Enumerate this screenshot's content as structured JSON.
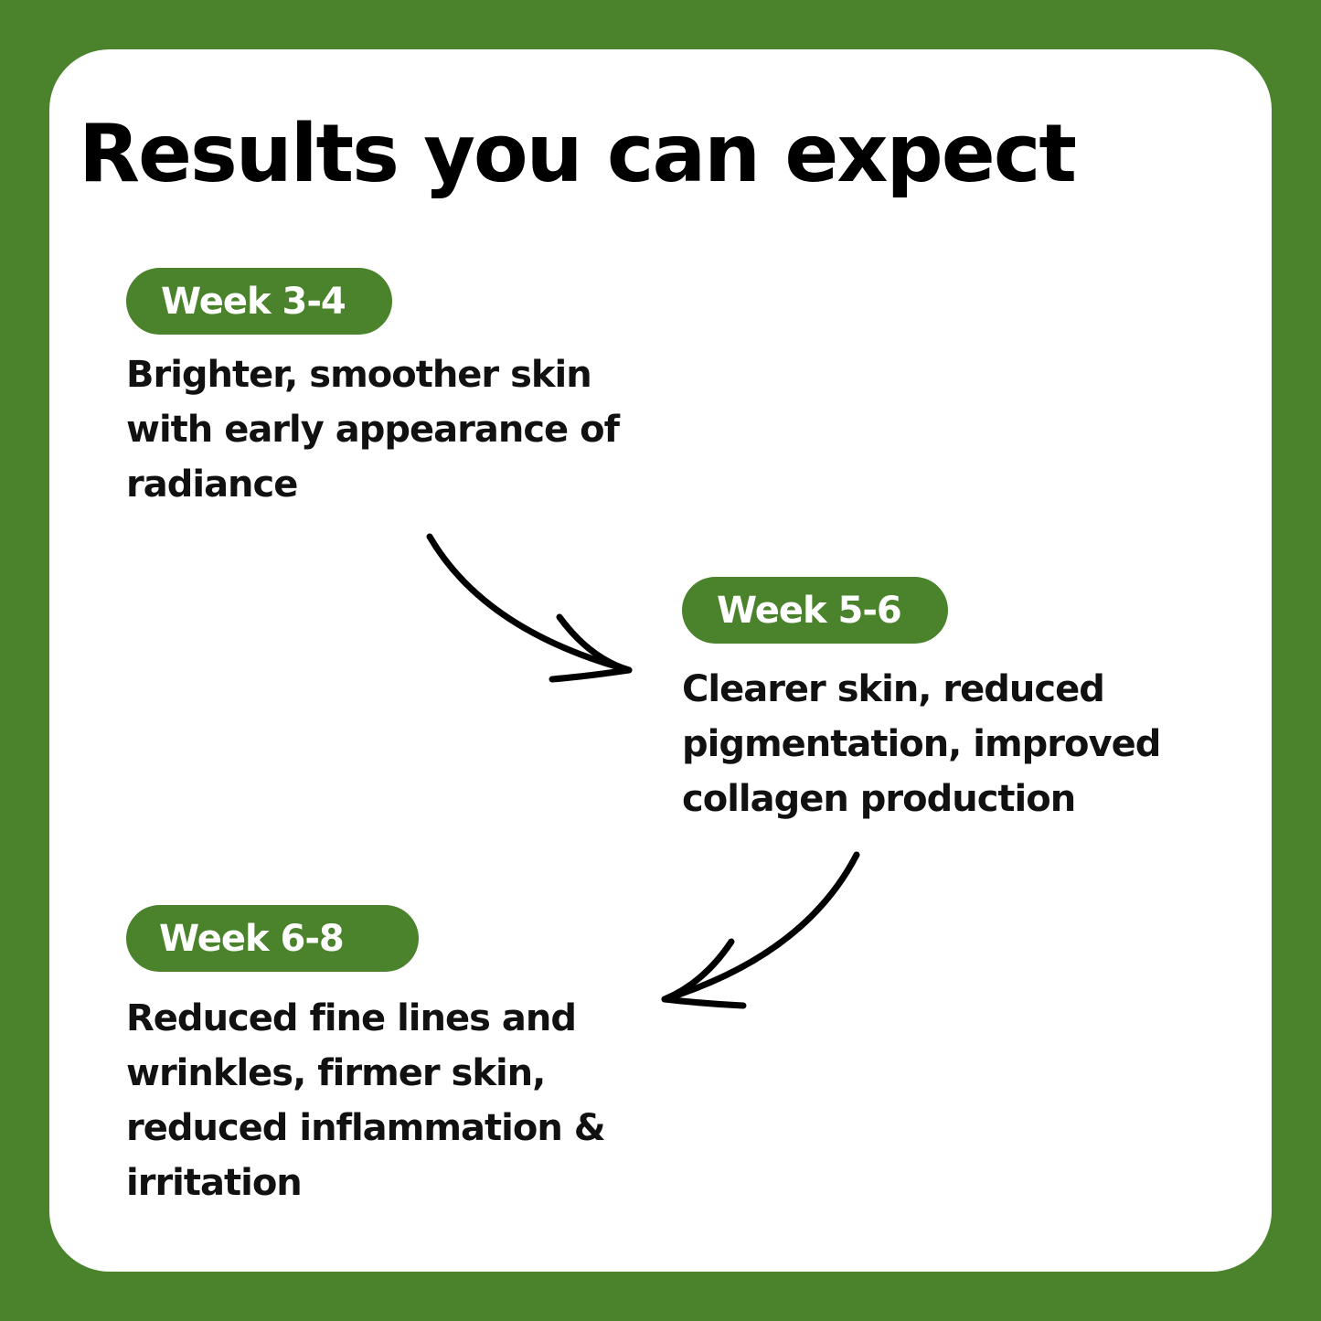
{
  "title": "Results you can expect",
  "stages": [
    {
      "label": "Week 3-4",
      "description": "Brighter, smoother skin with early appearance of radiance"
    },
    {
      "label": "Week 5-6",
      "description": "Clearer skin, reduced pigmentation, improved collagen production"
    },
    {
      "label": "Week 6-8",
      "description": "Reduced fine lines and wrinkles, firmer skin, reduced inflammation & irritation"
    }
  ],
  "colors": {
    "brand_green": "#4a832c",
    "card_background": "#ffffff",
    "text": "#000000"
  },
  "icons": [
    "curved-arrow-right-icon",
    "curved-arrow-left-icon"
  ]
}
